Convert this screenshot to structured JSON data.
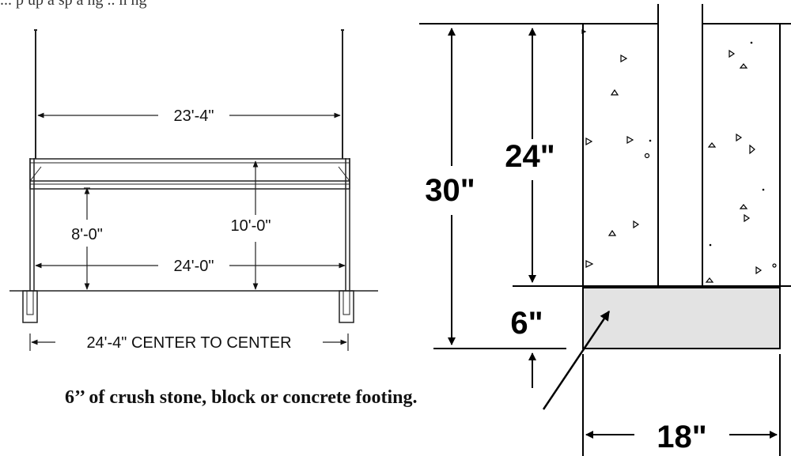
{
  "frame_elevation": {
    "top_span_label": "23'-4\"",
    "clear_height_label": "8'-0\"",
    "total_height_label": "10'-0\"",
    "base_span_label": "24'-0\"",
    "center_to_center_label": "24'-4\" CENTER TO CENTER"
  },
  "footing_section": {
    "total_depth_label": "30\"",
    "embed_depth_label": "24\"",
    "footing_depth_label": "6\"",
    "width_label": "18\"",
    "note": "6’’ of crush stone, block or concrete footing.",
    "cropped_top_text": "... p up a sp a ng .. n ng",
    "footing_fill_color": "#e3e3e3"
  }
}
